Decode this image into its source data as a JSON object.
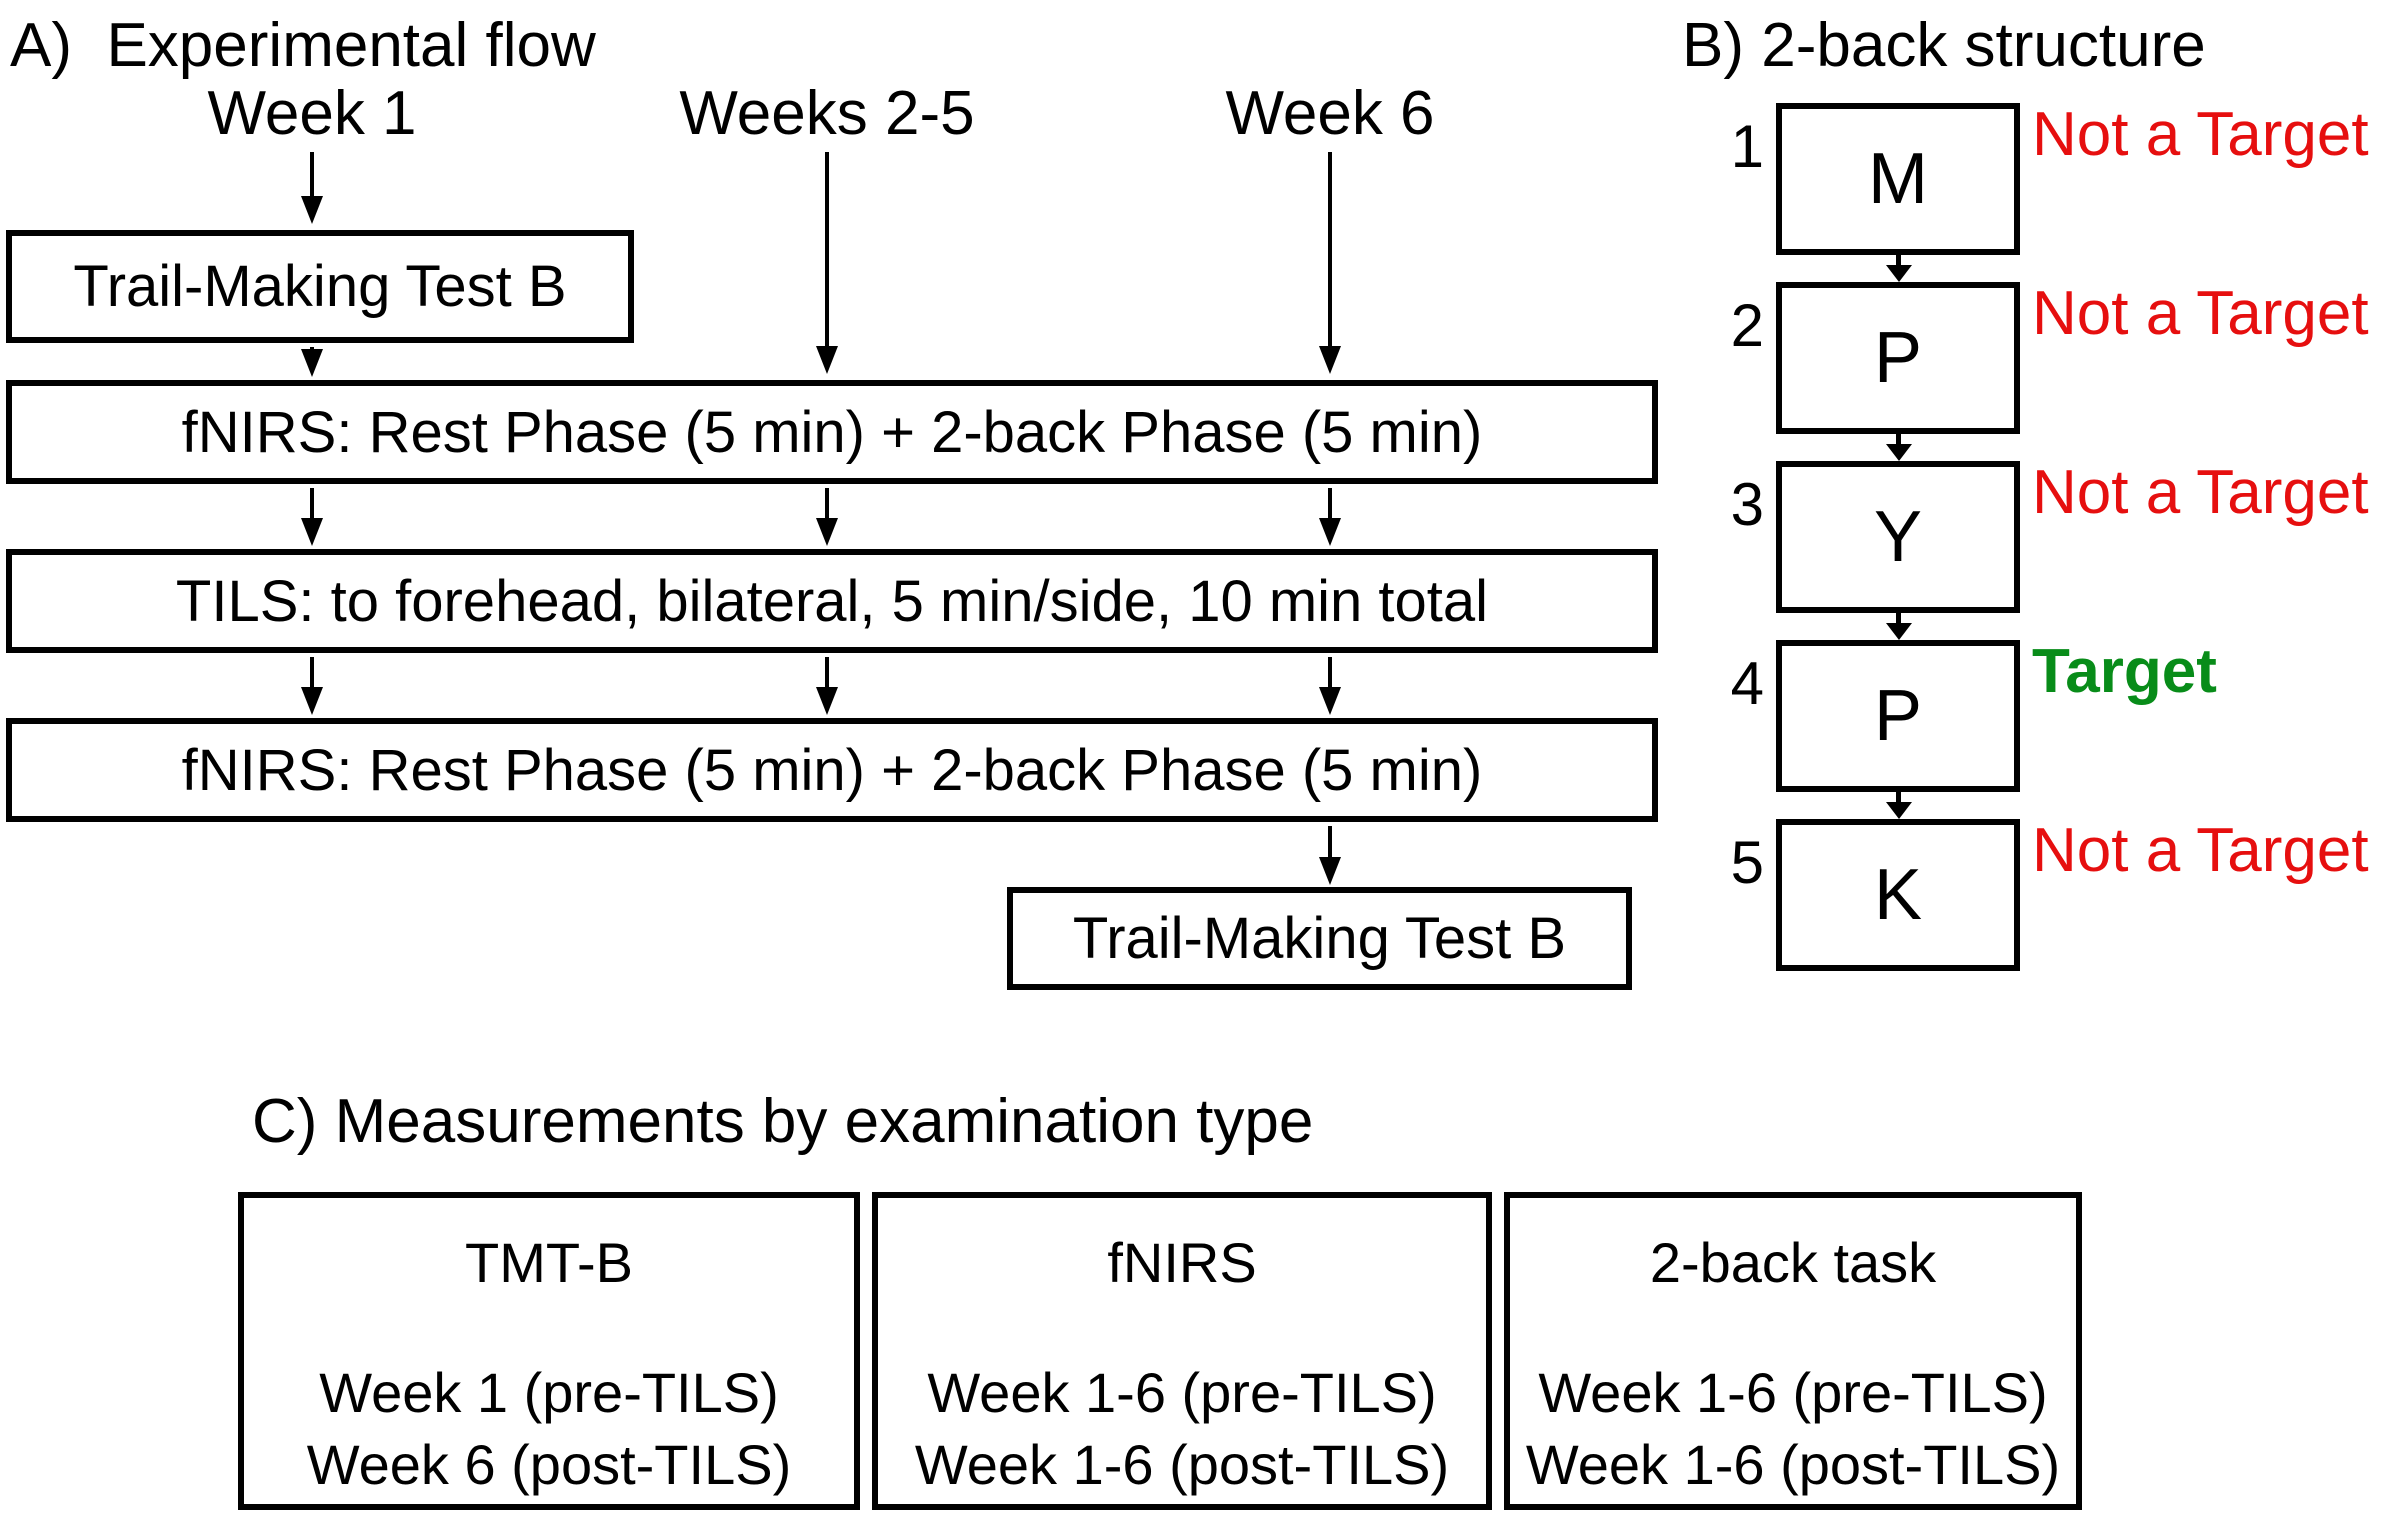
{
  "panel_a": {
    "title": "A)  Experimental flow",
    "columns": [
      {
        "label": "Week 1"
      },
      {
        "label": "Weeks 2-5"
      },
      {
        "label": "Week 6"
      }
    ],
    "boxes": {
      "tmt_top": "Trail-Making Test B",
      "fnirs_pre": "fNIRS: Rest Phase (5 min) + 2-back Phase (5 min)",
      "tils": "TILS: to forehead, bilateral, 5 min/side, 10 min total",
      "fnirs_post": "fNIRS: Rest Phase (5 min) + 2-back Phase (5 min)",
      "tmt_bottom": "Trail-Making Test B"
    }
  },
  "panel_b": {
    "title": "B) 2-back structure",
    "trials": [
      {
        "index": "1",
        "letter": "M",
        "label": "Not a Target",
        "type": "nontarget"
      },
      {
        "index": "2",
        "letter": "P",
        "label": "Not a Target",
        "type": "nontarget"
      },
      {
        "index": "3",
        "letter": "Y",
        "label": "Not a Target",
        "type": "nontarget"
      },
      {
        "index": "4",
        "letter": "P",
        "label": "Target",
        "type": "target"
      },
      {
        "index": "5",
        "letter": "K",
        "label": "Not a Target",
        "type": "nontarget"
      }
    ],
    "colors": {
      "not_a_target_text": "#e60f0f",
      "target_text": "#088c19",
      "box_border": "#000000",
      "background": "#ffffff"
    }
  },
  "panel_c": {
    "title": "C) Measurements by examination type",
    "cards": [
      {
        "heading": "TMT-B",
        "line1": "Week 1 (pre-TILS)",
        "line2": "Week 6 (post-TILS)"
      },
      {
        "heading": "fNIRS",
        "line1": "Week 1-6 (pre-TILS)",
        "line2": "Week 1-6 (post-TILS)"
      },
      {
        "heading": "2-back task",
        "line1": "Week 1-6 (pre-TILS)",
        "line2": "Week 1-6 (post-TILS)"
      }
    ]
  }
}
